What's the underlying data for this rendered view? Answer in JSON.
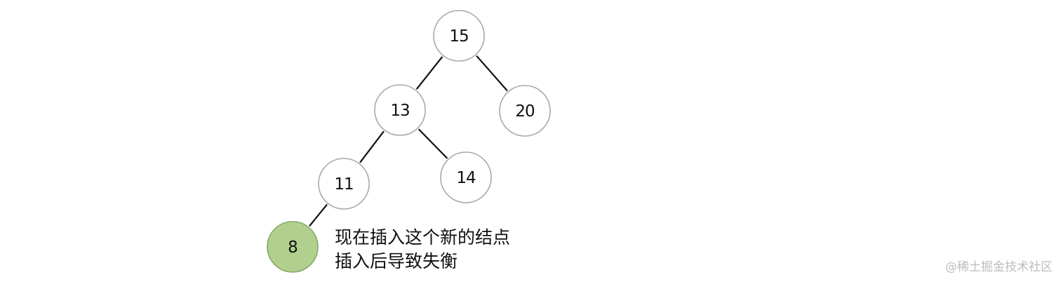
{
  "tree": {
    "nodes": [
      {
        "id": "n15",
        "label": "15"
      },
      {
        "id": "n13",
        "label": "13"
      },
      {
        "id": "n20",
        "label": "20"
      },
      {
        "id": "n11",
        "label": "11"
      },
      {
        "id": "n14",
        "label": "14"
      },
      {
        "id": "n8",
        "label": "8"
      }
    ],
    "edges": [
      [
        "n15",
        "n13"
      ],
      [
        "n15",
        "n20"
      ],
      [
        "n13",
        "n11"
      ],
      [
        "n13",
        "n14"
      ],
      [
        "n11",
        "n8"
      ]
    ],
    "highlighted_node": "n8",
    "colors": {
      "node_fill": "#ffffff",
      "node_stroke": "#a9a9a9",
      "highlight_fill": "#b1d08e",
      "highlight_stroke": "#86a96a",
      "edge": "#111111"
    }
  },
  "annotation": {
    "line1": "现在插入这个新的结点",
    "line2": "插入后导致失衡"
  },
  "watermark": {
    "text": "@稀土掘金技术社区"
  }
}
